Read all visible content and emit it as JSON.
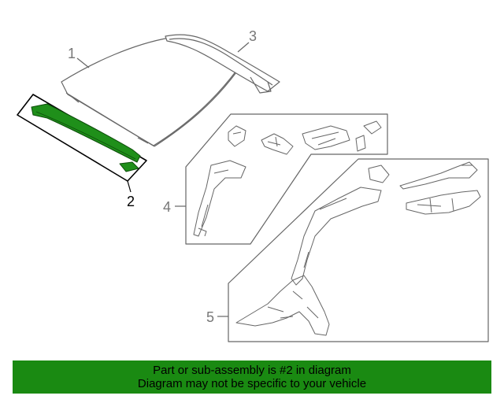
{
  "callouts": {
    "c1": "1",
    "c2": "2",
    "c3": "3",
    "c4": "4",
    "c5": "5"
  },
  "banner": {
    "line1": "Part or sub-assembly is #2 in diagram",
    "line2": "Diagram may not be specific to your vehicle"
  },
  "colors": {
    "highlight_part": "#1f8f1a",
    "banner_bg": "#1a8a12",
    "line_art": "#666666"
  },
  "icons": [
    "roof-panel-icon",
    "roof-rail-icon",
    "windshield-header-icon",
    "front-pillar-assembly-icon",
    "rear-pillar-assembly-icon"
  ]
}
